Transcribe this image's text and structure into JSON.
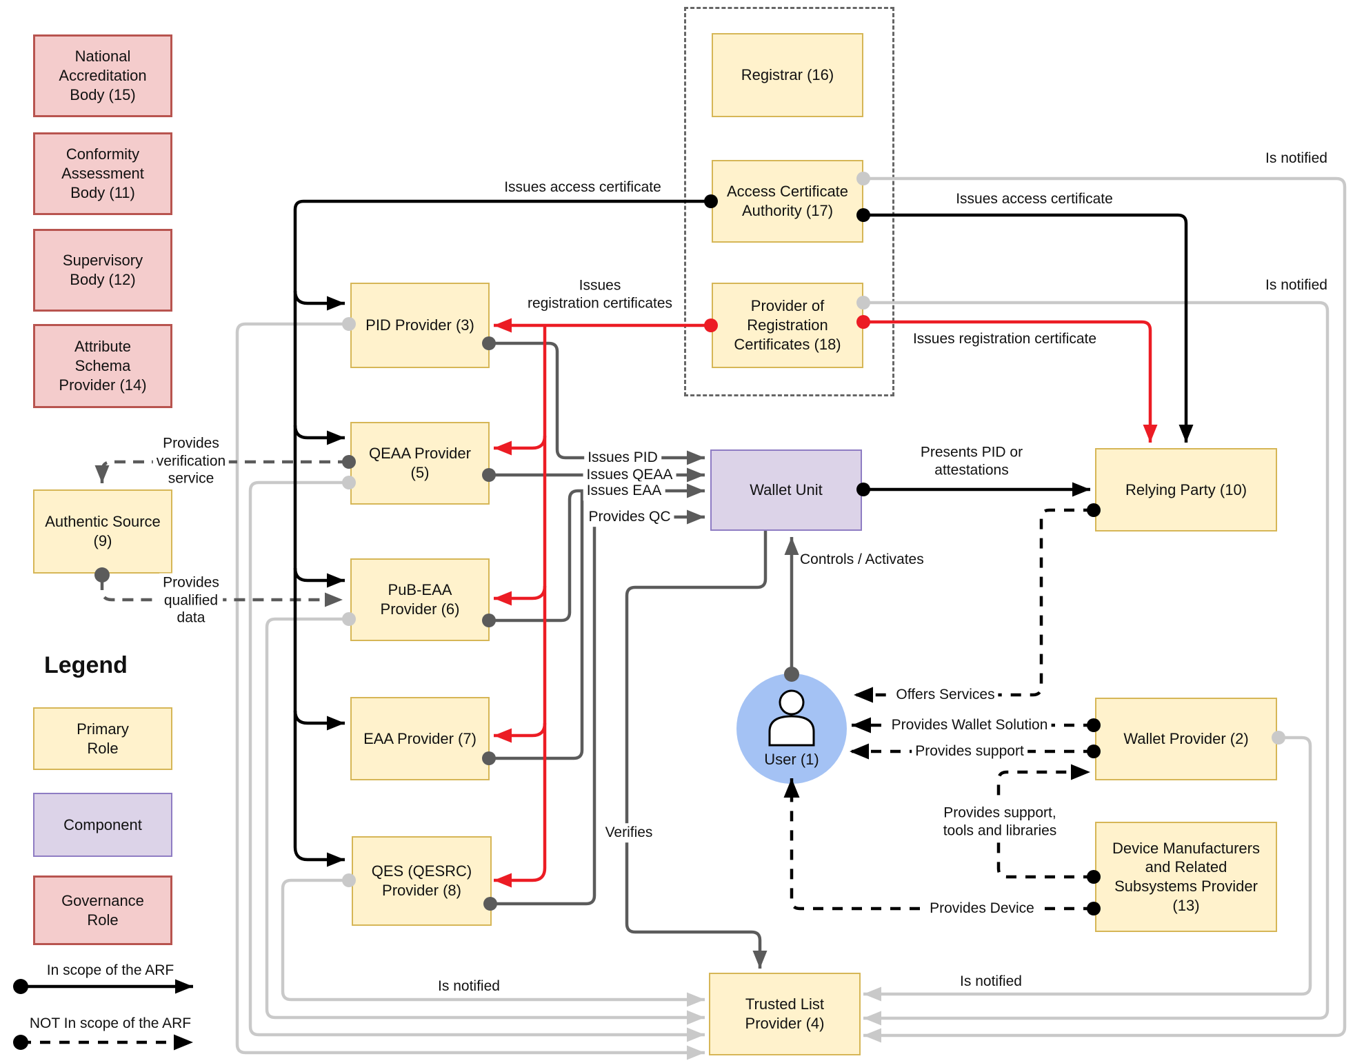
{
  "boxes": {
    "national_accreditation_body": {
      "label": "National\nAccreditation\nBody (15)"
    },
    "conformity_assessment_body": {
      "label": "Conformity\nAssessment\nBody (11)"
    },
    "supervisory_body": {
      "label": "Supervisory\nBody (12)"
    },
    "attribute_schema_provider": {
      "label": "Attribute\nSchema\nProvider (14)"
    },
    "authentic_source": {
      "label": "Authentic Source\n(9)"
    },
    "registrar": {
      "label": "Registrar (16)"
    },
    "access_certificate_authority": {
      "label": "Access Certificate\nAuthority (17)"
    },
    "provider_registration_certificates": {
      "label": "Provider of\nRegistration\nCertificates (18)"
    },
    "pid_provider": {
      "label": "PID Provider (3)"
    },
    "qeaa_provider": {
      "label": "QEAA Provider\n(5)"
    },
    "pub_eaa_provider": {
      "label": "PuB-EAA\nProvider (6)"
    },
    "eaa_provider": {
      "label": "EAA Provider (7)"
    },
    "qes_provider": {
      "label": "QES (QESRC)\nProvider (8)"
    },
    "wallet_unit": {
      "label": "Wallet Unit"
    },
    "relying_party": {
      "label": "Relying Party (10)"
    },
    "wallet_provider": {
      "label": "Wallet Provider (2)"
    },
    "device_manufacturers": {
      "label": "Device Manufacturers\nand Related\nSubsystems Provider\n(13)"
    },
    "trusted_list_provider": {
      "label": "Trusted List\nProvider (4)"
    },
    "user": {
      "label": "User (1)"
    }
  },
  "legend": {
    "title": "Legend",
    "primary_role": "Primary\nRole",
    "component": "Component",
    "governance_role": "Governance\nRole",
    "in_scope": "In scope of the ARF",
    "not_in_scope": "NOT In scope of the ARF"
  },
  "edges": {
    "issues_access_certificate_left": "Issues access certificate",
    "issues_access_certificate_right": "Issues access certificate",
    "issues_registration_certificates": "Issues\nregistration certificates",
    "issues_registration_certificate_right": "Issues registration certificate",
    "is_notified_top": "Is notified",
    "is_notified_mid": "Is notified",
    "is_notified_bottom_left": "Is notified",
    "is_notified_bottom_right": "Is notified",
    "issues_pid": "Issues PID",
    "issues_qeaa": "Issues QEAA",
    "issues_eaa": "Issues EAA",
    "provides_qc": "Provides QC",
    "presents_pid": "Presents PID or\nattestations",
    "controls_activates": "Controls / Activates",
    "verifies": "Verifies",
    "offers_services": "Offers Services",
    "provides_wallet_solution": "Provides Wallet Solution",
    "provides_support": "Provides support",
    "provides_support_tools": "Provides support,\ntools and libraries",
    "provides_device": "Provides Device",
    "provides_verification_service": "Provides\nverification\nservice",
    "provides_qualified_data": "Provides\nqualified\ndata"
  },
  "colors": {
    "primary_role_fill": "#fff2cc",
    "primary_role_border": "#d6b656",
    "component_fill": "#dcd3e8",
    "component_border": "#8e7cc3",
    "governance_fill": "#f4cccc",
    "governance_border": "#b8544f",
    "user_fill": "#a4c2f4",
    "in_scope_line": "#000000",
    "not_in_scope_line": "#000000",
    "notify_line": "#c9c9c9",
    "issue_line": "#5b5b5b",
    "registration_line": "#ec1c24"
  }
}
